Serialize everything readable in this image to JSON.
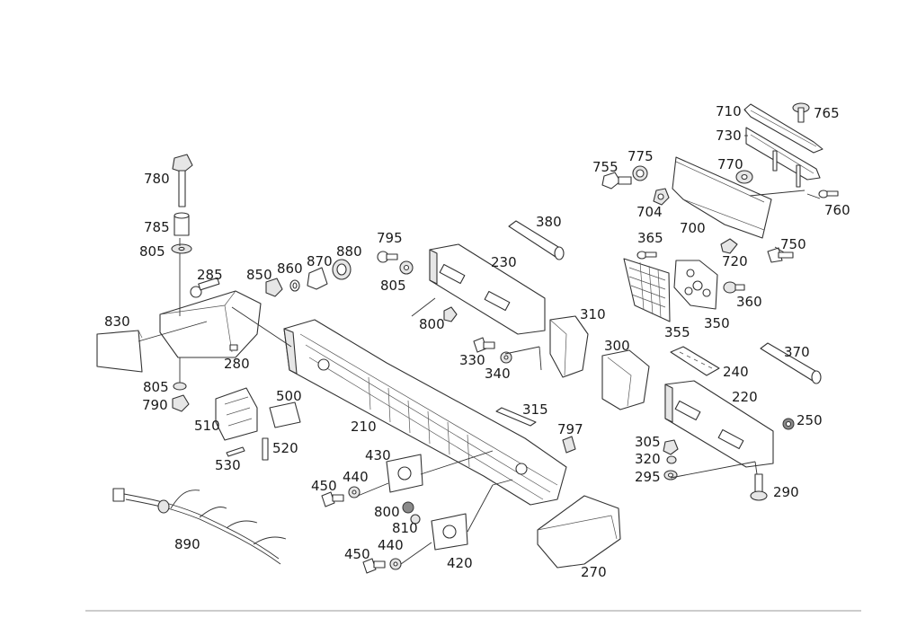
{
  "labels": {
    "l710": "710",
    "l765": "765",
    "l730": "730",
    "l755": "755",
    "l775": "775",
    "l770": "770",
    "l704": "704",
    "l760": "760",
    "l700": "700",
    "l365": "365",
    "l750": "750",
    "l720": "720",
    "l360": "360",
    "l350": "350",
    "l355": "355",
    "l380": "380",
    "l230": "230",
    "l310": "310",
    "l795": "795",
    "l805a": "805",
    "l800a": "800",
    "l330": "330",
    "l340": "340",
    "l300": "300",
    "l370": "370",
    "l240": "240",
    "l220": "220",
    "l250": "250",
    "l780": "780",
    "l785": "785",
    "l805b": "805",
    "l285": "285",
    "l850": "850",
    "l860": "860",
    "l870": "870",
    "l880": "880",
    "l830": "830",
    "l280": "280",
    "l805c": "805",
    "l790": "790",
    "l500": "500",
    "l510": "510",
    "l520": "520",
    "l530": "530",
    "l210": "210",
    "l315": "315",
    "l797": "797",
    "l305": "305",
    "l320": "320",
    "l295": "295",
    "l290": "290",
    "l430": "430",
    "l440a": "440",
    "l450a": "450",
    "l800b": "800",
    "l810": "810",
    "l890": "890",
    "l450b": "450",
    "l440b": "440",
    "l420": "420",
    "l270": "270"
  }
}
